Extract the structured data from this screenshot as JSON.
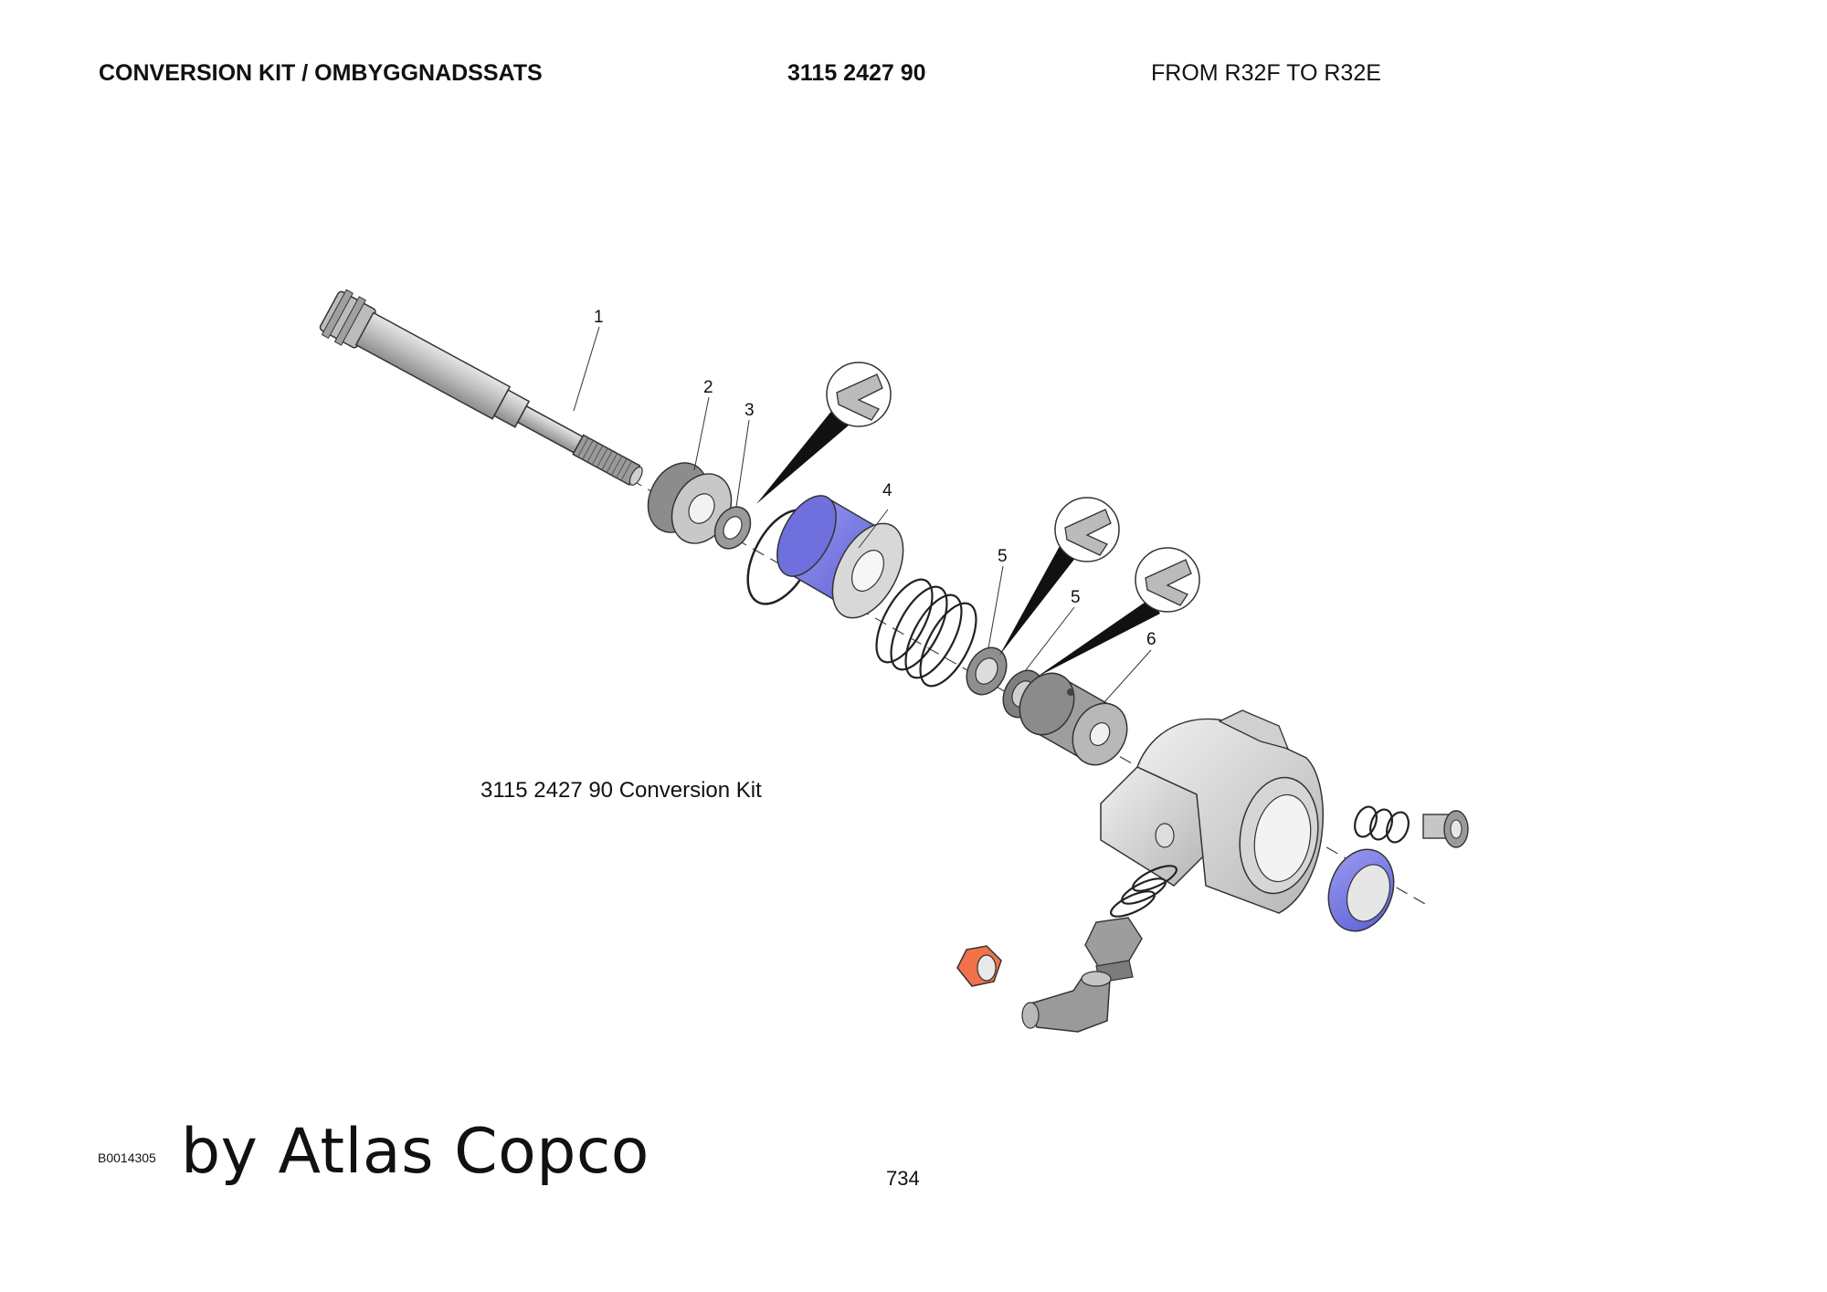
{
  "header": {
    "title": "CONVERSION KIT / OMBYGGNADSSATS",
    "part_number": "3115 2427 90",
    "model_range": "FROM R32F TO R32E"
  },
  "diagram": {
    "caption": "3115 2427 90 Conversion Kit",
    "callouts": [
      "1",
      "2",
      "3",
      "4",
      "5",
      "5",
      "6"
    ]
  },
  "footer": {
    "doc_id": "B0014305",
    "brand": "by Atlas Copco",
    "page_number": "734"
  },
  "colors": {
    "highlight_blue": "#7d7ee6",
    "highlight_orange": "#f0714a",
    "part_gray": "#a9a9a9",
    "line": "#222222"
  },
  "icons": [
    "wrench-detail-icon",
    "wrench-detail-icon",
    "wrench-detail-icon"
  ]
}
